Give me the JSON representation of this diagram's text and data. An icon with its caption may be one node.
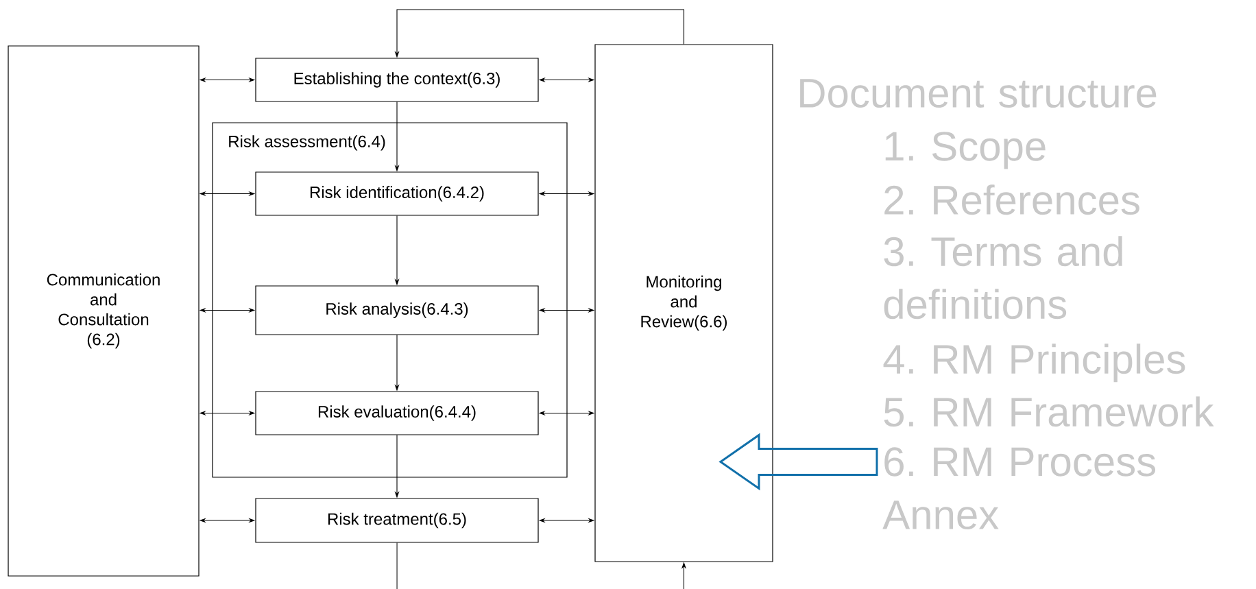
{
  "diagram": {
    "nodes": [
      {
        "text": [
          "Communication and Consultation (6.2)"
        ]
      },
      {
        "text": [
          "Establishing the context(6.3)"
        ]
      },
      {
        "text": [
          "Risk assessment(6.4)"
        ]
      },
      {
        "text": [
          "Risk identification(6.4.2)"
        ],
        "in": 2
      },
      {
        "text": [
          "Risk analysis(6.4.3)"
        ],
        "in": 2
      },
      {
        "text": [
          "Risk evaluation(6.4.4)"
        ],
        "in": 2
      },
      {
        "text": [
          "Risk treatment(6.5)"
        ]
      },
      {
        "text": [
          "Monitoring and Review(6.6)"
        ]
      },
      {
        "text": [
          "6. RM Process"
        ]
      }
    ],
    "edges": [
      {
        "from": 0,
        "to": 1,
        "arrow": "both"
      },
      {
        "from": 1,
        "to": 7,
        "arrow": "both"
      },
      {
        "from": 7,
        "to": 1,
        "arrow": "to"
      },
      {
        "from": 1,
        "to": 3,
        "arrow": "to"
      },
      {
        "from": 0,
        "to": 3,
        "arrow": "both"
      },
      {
        "from": 3,
        "to": 7,
        "arrow": "both"
      },
      {
        "from": 3,
        "to": 4,
        "arrow": "to"
      },
      {
        "from": 0,
        "to": 4,
        "arrow": "both"
      },
      {
        "from": 4,
        "to": 7,
        "arrow": "both"
      },
      {
        "from": 4,
        "to": 5,
        "arrow": "to"
      },
      {
        "from": 0,
        "to": 5,
        "arrow": "both"
      },
      {
        "from": 5,
        "to": 7,
        "arrow": "both"
      },
      {
        "from": 5,
        "to": 6,
        "arrow": "to"
      },
      {
        "from": 0,
        "to": 6,
        "arrow": "both"
      },
      {
        "from": 6,
        "to": 7,
        "arrow": "both"
      },
      {
        "from": 6,
        "to": null,
        "arrow": "none"
      },
      {
        "from": null,
        "to": 7,
        "arrow": "to"
      },
      {
        "from": 8,
        "to": 7,
        "arrow": "to",
        "style": "thick",
        "color": "#1170aa"
      }
    ],
    "labels": [
      "Document structure",
      "1. Scope",
      "2. References",
      "3. Terms and definitions",
      "4. RM Principles",
      "5. RM Framework",
      "Annex"
    ]
  }
}
